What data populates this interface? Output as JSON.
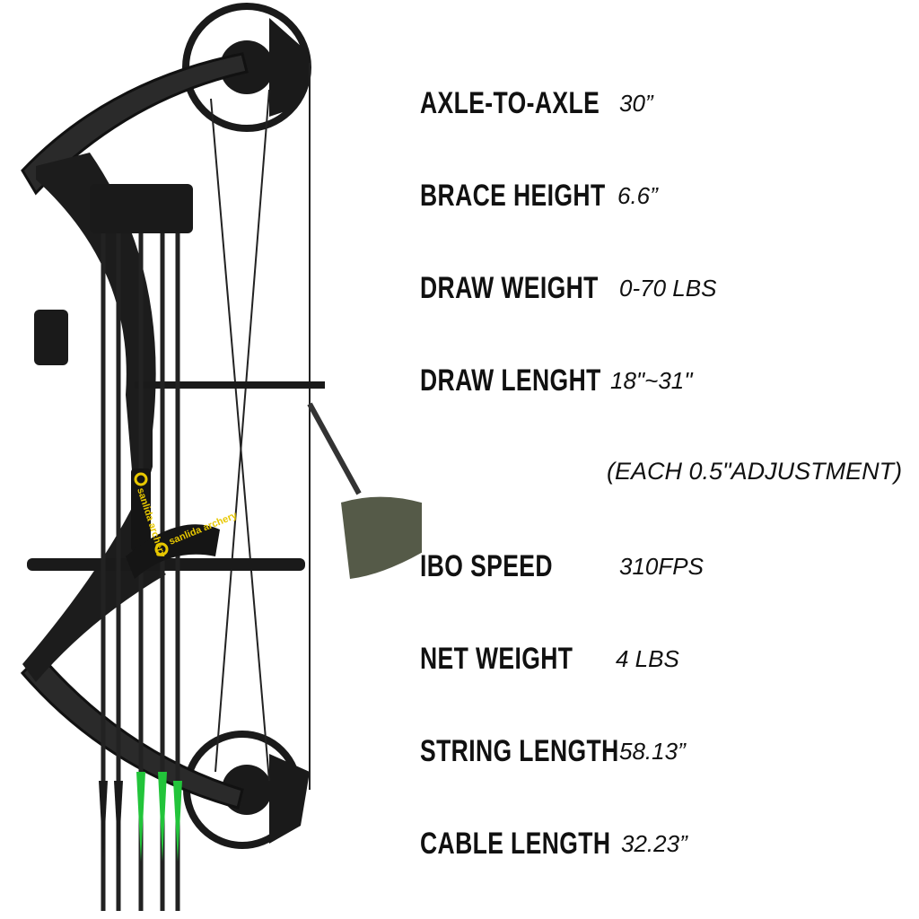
{
  "product": {
    "brand_logo_text": "sanlida archery"
  },
  "specs": [
    {
      "label": "AXLE-TO-AXLE",
      "value": "30”"
    },
    {
      "label": "BRACE HEIGHT",
      "value": "6.6”"
    },
    {
      "label": "DRAW WEIGHT",
      "value": "0-70 LBS"
    },
    {
      "label": "DRAW LENGHT",
      "value": "18\"~31\""
    },
    {
      "label": "IBO SPEED",
      "value": "310FPS"
    },
    {
      "label": "NET WEIGHT",
      "value": "4 LBS"
    },
    {
      "label": "STRING LENGTH",
      "value": "58.13”"
    },
    {
      "label": "CABLE LENGTH",
      "value": "32.23”"
    }
  ],
  "draw_length_note": "(EACH 0.5\"ADJUSTMENT)",
  "colors": {
    "text": "#111111",
    "bow": "#1a1a1a",
    "accent_yellow": "#e8c800",
    "fletch_green": "#22c43a"
  }
}
